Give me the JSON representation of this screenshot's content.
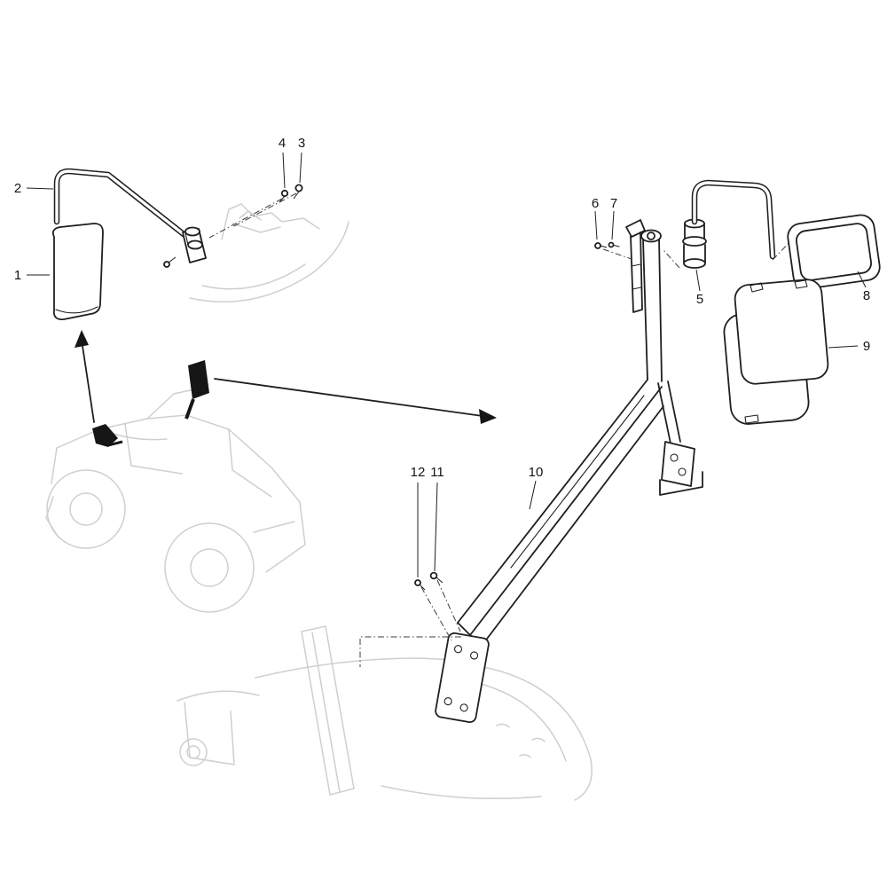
{
  "figure": {
    "kind": "exploded-parts-diagram",
    "subject": "mirror-assembly",
    "background": "#ffffff",
    "line_color": "#1f1f1f",
    "faint_color": "#cfcfcf",
    "callouts": [
      "1",
      "2",
      "3",
      "4",
      "5",
      "6",
      "7",
      "8",
      "9",
      "10",
      "11",
      "12"
    ]
  }
}
